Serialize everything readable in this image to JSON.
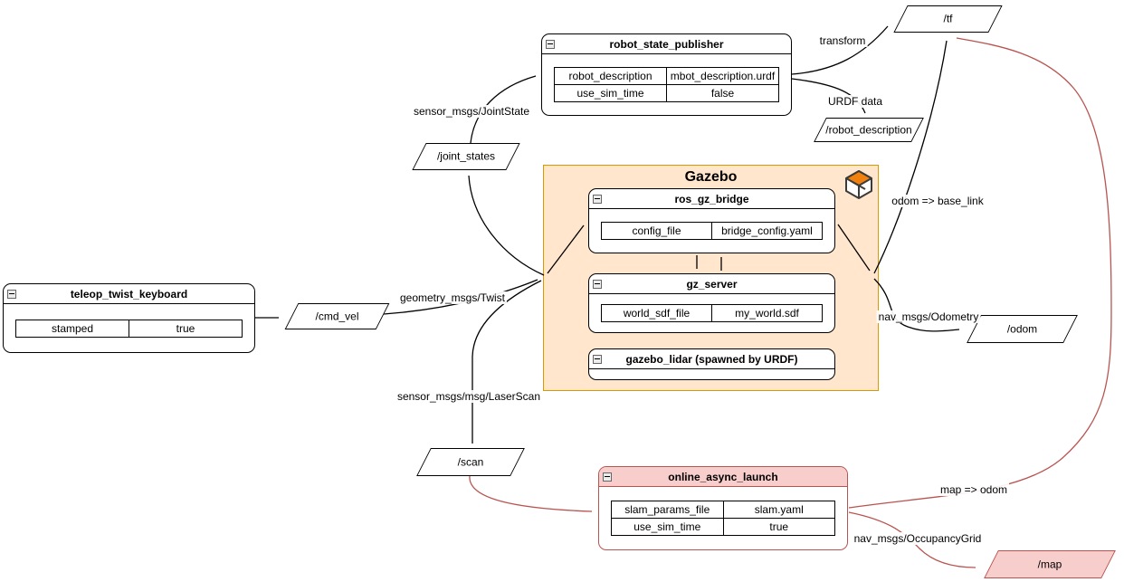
{
  "diagram": {
    "gazebo_group": {
      "title": "Gazebo",
      "logo": "gazebo-logo"
    },
    "colors": {
      "group_fill": "#ffe6cc",
      "group_border": "#d79b00",
      "pink_fill": "#f8cecc",
      "pink_border": "#b85450",
      "edge_black": "#000000",
      "edge_red": "#b85450",
      "logo_orange": "#f0810f"
    },
    "nodes": {
      "teleop": {
        "title": "teleop_twist_keyboard",
        "rows": [
          [
            "stamped",
            "true"
          ]
        ]
      },
      "rsp": {
        "title": "robot_state_publisher",
        "rows": [
          [
            "robot_description",
            "mbot_description.urdf"
          ],
          [
            "use_sim_time",
            "false"
          ]
        ]
      },
      "bridge": {
        "title": "ros_gz_bridge",
        "rows": [
          [
            "config_file",
            "bridge_config.yaml"
          ]
        ]
      },
      "server": {
        "title": "gz_server",
        "rows": [
          [
            "world_sdf_file",
            "my_world.sdf"
          ]
        ]
      },
      "lidar": {
        "title": "gazebo_lidar (spawned by URDF)"
      },
      "slam": {
        "title": "online_async_launch",
        "rows": [
          [
            "slam_params_file",
            "slam.yaml"
          ],
          [
            "use_sim_time",
            "true"
          ]
        ]
      }
    },
    "topics": {
      "tf": "/tf",
      "robot_description": "/robot_description",
      "joint_states": "/joint_states",
      "cmd_vel": "/cmd_vel",
      "odom": "/odom",
      "scan": "/scan",
      "map": "/map"
    },
    "edge_labels": {
      "transform": "transform",
      "urdf_data": "URDF data",
      "joint_state": "sensor_msgs/JointState",
      "twist": "geometry_msgs/Twist",
      "odom_base": "odom => base_link",
      "odometry": "nav_msgs/Odometry",
      "laser": "sensor_msgs/msg/LaserScan",
      "map_odom": "map => odom",
      "occupancy": "nav_msgs/OccupancyGrid"
    }
  }
}
